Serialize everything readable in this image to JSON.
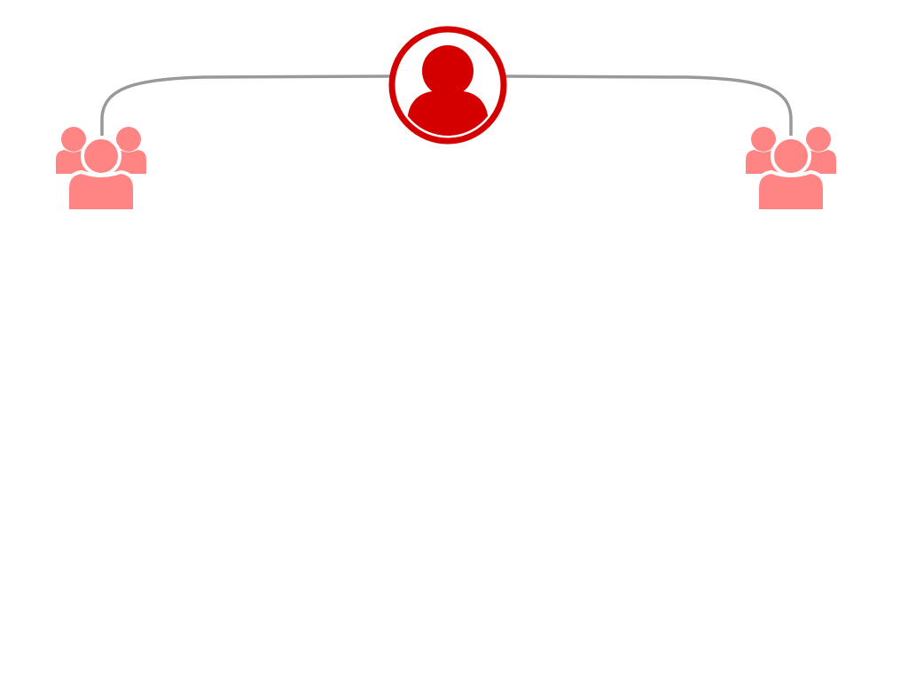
{
  "diagram": {
    "colors": {
      "background": "#ffffff",
      "connector": "#999999",
      "root_ring": "#d40000",
      "root_figure": "#d40000",
      "group_figure": "#ff8585",
      "figure_outline": "#ffffff"
    },
    "nodes": [
      {
        "id": "root",
        "icon": "person-circle-icon",
        "role": "parent"
      },
      {
        "id": "left-group",
        "icon": "group-icon",
        "role": "child"
      },
      {
        "id": "right-group",
        "icon": "group-icon",
        "role": "child"
      }
    ],
    "edges": [
      {
        "from": "root",
        "to": "left-group"
      },
      {
        "from": "root",
        "to": "right-group"
      }
    ]
  }
}
